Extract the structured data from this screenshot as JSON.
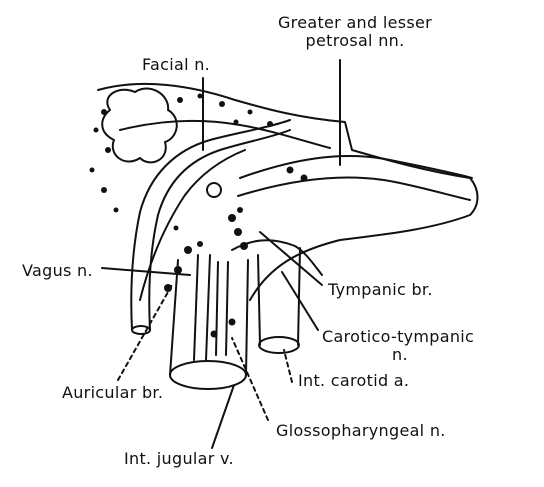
{
  "figure": {
    "colors": {
      "ink": "#111111",
      "paper": "#ffffff"
    },
    "labels": {
      "greater_lesser_line1": "Greater and lesser",
      "greater_lesser_line2": "petrosal nn.",
      "facial": "Facial n.",
      "vagus": "Vagus n.",
      "tympanic": "Tympanic br.",
      "carotico_line1": "Carotico-tympanic",
      "carotico_line2": "n.",
      "int_carotid": "Int. carotid a.",
      "auricular": "Auricular br.",
      "glossopharyngeal": "Glossopharyngeal n.",
      "int_jugular": "Int. jugular v."
    }
  }
}
